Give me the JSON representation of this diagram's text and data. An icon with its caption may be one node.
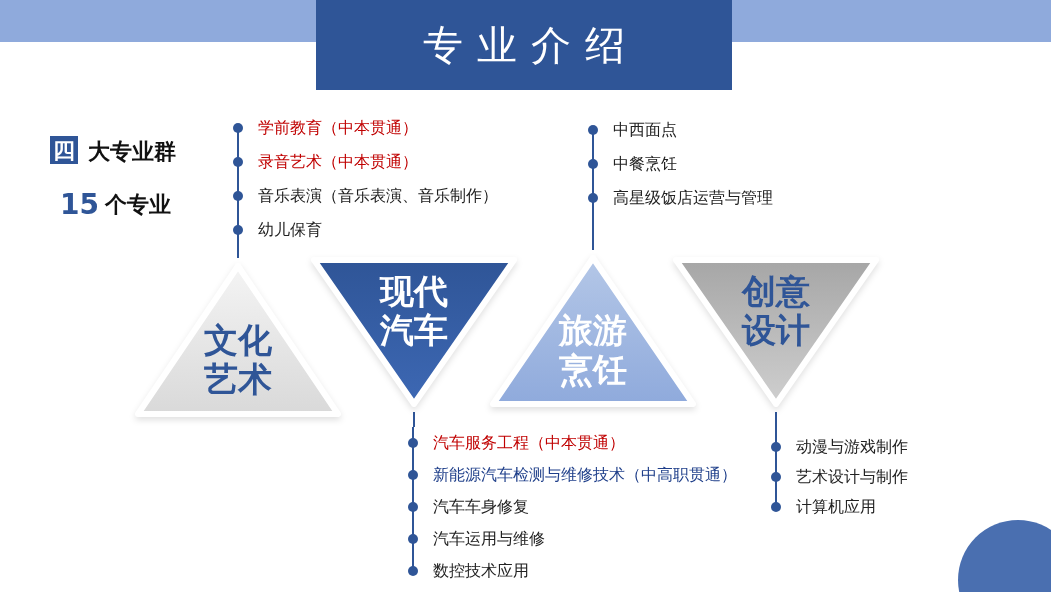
{
  "diagram": {
    "title": "专业介绍",
    "nodes": [
      {
        "text": [
          "文化艺术"
        ]
      },
      {
        "text": [
          "现代汽车"
        ]
      },
      {
        "text": [
          "旅游烹饪"
        ]
      },
      {
        "text": [
          "创意设计"
        ]
      },
      {
        "text": [
          "学前教育（中本贯通）",
          "录音艺术（中本贯通）",
          "音乐表演（音乐表演、音乐制作）",
          "幼儿保育"
        ]
      },
      {
        "text": [
          "汽车服务工程（中本贯通）",
          "新能源汽车检测与维修技术（中高职贯通）",
          "汽车车身修复",
          "汽车运用与维修",
          "数控技术应用"
        ]
      },
      {
        "text": [
          "中西面点",
          "中餐烹饪",
          "高星级饭店运营与管理"
        ]
      },
      {
        "text": [
          "动漫与游戏制作",
          "艺术设计与制作",
          "计算机应用"
        ]
      }
    ],
    "edges": [
      {
        "from": 0,
        "to": 4,
        "arrow": "none"
      },
      {
        "from": 1,
        "to": 5,
        "arrow": "none"
      },
      {
        "from": 2,
        "to": 6,
        "arrow": "none"
      },
      {
        "from": 3,
        "to": 7,
        "arrow": "none"
      }
    ],
    "labels": [
      "四",
      "大专业群",
      "15",
      "个专业"
    ]
  }
}
